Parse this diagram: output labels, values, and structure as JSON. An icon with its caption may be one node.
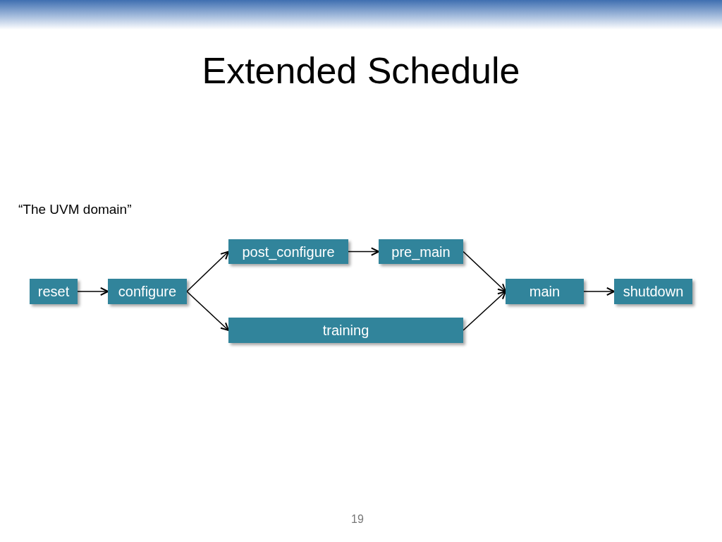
{
  "diagram": {
    "title": "Extended Schedule",
    "nodes": [
      {
        "text": [
          "reset"
        ]
      },
      {
        "text": [
          "configure"
        ]
      },
      {
        "text": [
          "post_configure"
        ]
      },
      {
        "text": [
          "pre_main"
        ]
      },
      {
        "text": [
          "training"
        ]
      },
      {
        "text": [
          "main"
        ]
      },
      {
        "text": [
          "shutdown"
        ]
      }
    ],
    "edges": [
      {
        "from": 0,
        "to": 1,
        "arrow": "to"
      },
      {
        "from": 1,
        "to": 2,
        "arrow": "to"
      },
      {
        "from": 1,
        "to": 4,
        "arrow": "to"
      },
      {
        "from": 2,
        "to": 3,
        "arrow": "to"
      },
      {
        "from": 3,
        "to": 5,
        "arrow": "to"
      },
      {
        "from": 4,
        "to": 5,
        "arrow": "to"
      },
      {
        "from": 5,
        "to": 6,
        "arrow": "to"
      }
    ],
    "labels": [
      "“The UVM domain”",
      "19"
    ]
  }
}
